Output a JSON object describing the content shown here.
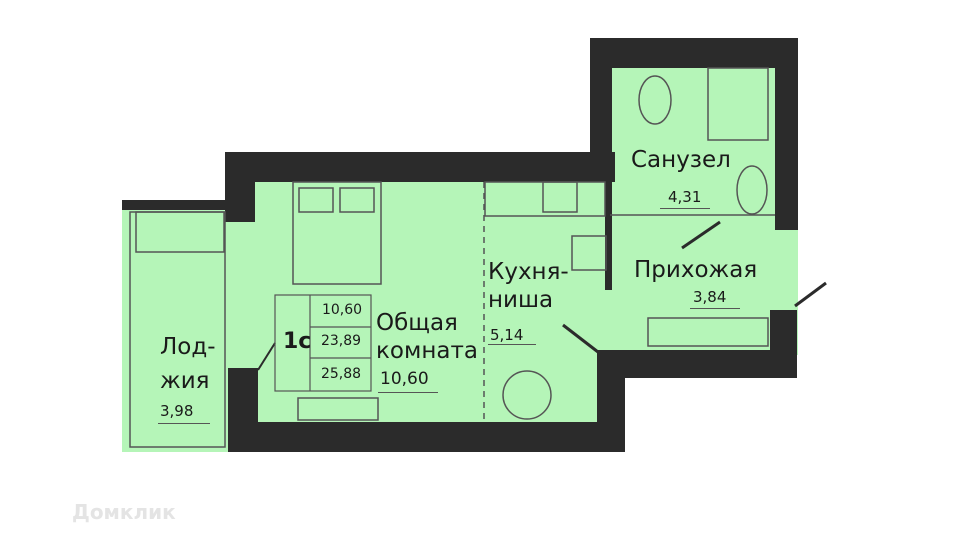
{
  "colors": {
    "floor": "#b5f5b8",
    "wall": "#2b2b2b",
    "lines": "#555555"
  },
  "rooms": {
    "bathroom": {
      "name": "Санузел",
      "area": "4,31"
    },
    "hallway": {
      "name": "Прихожая",
      "area": "3,84"
    },
    "kitchen": {
      "name_line1": "Кухня-",
      "name_line2": "ниша",
      "area": "5,14"
    },
    "living": {
      "name_line1": "Общая",
      "name_line2": "комната",
      "area": "10,60"
    },
    "loggia": {
      "name_line1": "Лод-",
      "name_line2": "жия",
      "area": "3,98"
    }
  },
  "summary": {
    "type": "1с",
    "living_area": "10,60",
    "total_area": "23,89",
    "total_with_loggia": "25,88"
  },
  "watermark": "Домклик"
}
